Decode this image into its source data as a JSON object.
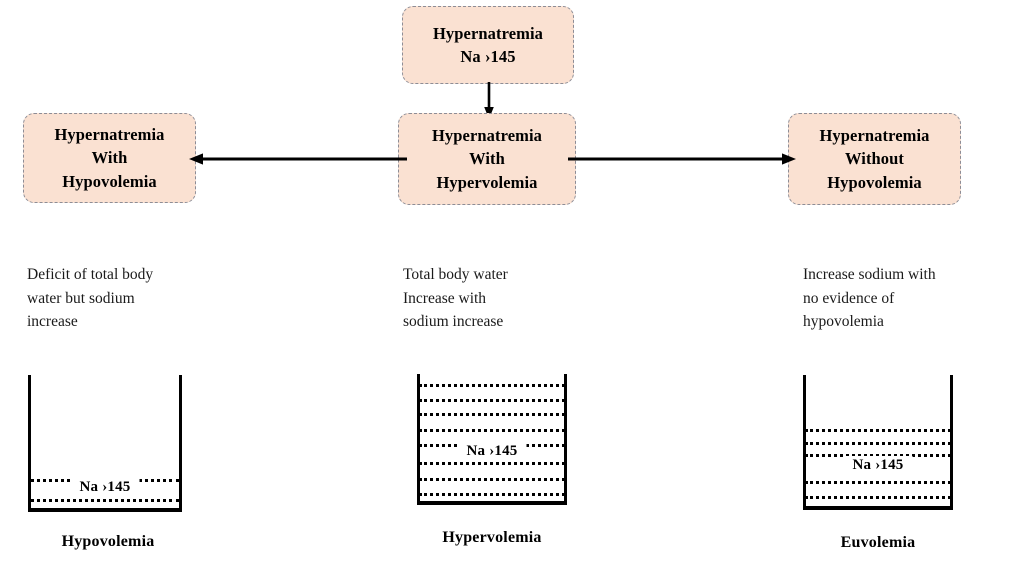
{
  "diagram": {
    "title": "Hypernatremia classification by volume status",
    "theme": {
      "node_fill": "#fae1d2",
      "node_border": "#8d8d96",
      "stroke": "#000000",
      "background": "#ffffff"
    },
    "nodes": {
      "top": {
        "name": "hypernatremia-root",
        "lines": [
          "Hypernatremia",
          "Na ›145"
        ]
      },
      "left": {
        "name": "hypernatremia-with-hypovolemia",
        "lines": [
          "Hypernatremia",
          "With",
          "Hypovolemia"
        ]
      },
      "center": {
        "name": "hypernatremia-with-hypervolemia",
        "lines": [
          "Hypernatremia",
          "With",
          "Hypervolemia"
        ]
      },
      "right": {
        "name": "hypernatremia-without-hypovolemia",
        "lines": [
          "Hypernatremia",
          "Without",
          "Hypovolemia"
        ]
      }
    },
    "connectors": [
      {
        "name": "arrow-root-to-center",
        "direction": "down"
      },
      {
        "name": "arrow-center-to-left",
        "direction": "left"
      },
      {
        "name": "arrow-center-to-right",
        "direction": "right"
      }
    ],
    "descriptions": {
      "left": [
        "Deficit of total body",
        "water but sodium",
        "increase"
      ],
      "center": [
        "Total body water",
        "Increase with",
        "sodium increase"
      ],
      "right": [
        "Increase sodium with",
        "no evidence of",
        "hypovolemia"
      ]
    },
    "beakers": [
      {
        "name": "beaker-hypovolemia",
        "caption": "Hypovolemia",
        "value_label": "Na ›145",
        "fill_level_percent": 22,
        "fluid_line_positions_percent": [
          78,
          93
        ]
      },
      {
        "name": "beaker-hypervolemia",
        "caption": "Hypervolemia",
        "value_label": "Na ›145",
        "fill_level_percent": 100,
        "fluid_line_positions_percent": [
          8,
          20,
          31,
          43,
          55,
          69,
          82,
          94
        ]
      },
      {
        "name": "beaker-euvolemia",
        "caption": "Euvolemia",
        "value_label": "Na ›145",
        "fill_level_percent": 60,
        "fluid_line_positions_percent": [
          41,
          51,
          60,
          81,
          92
        ]
      }
    ]
  }
}
